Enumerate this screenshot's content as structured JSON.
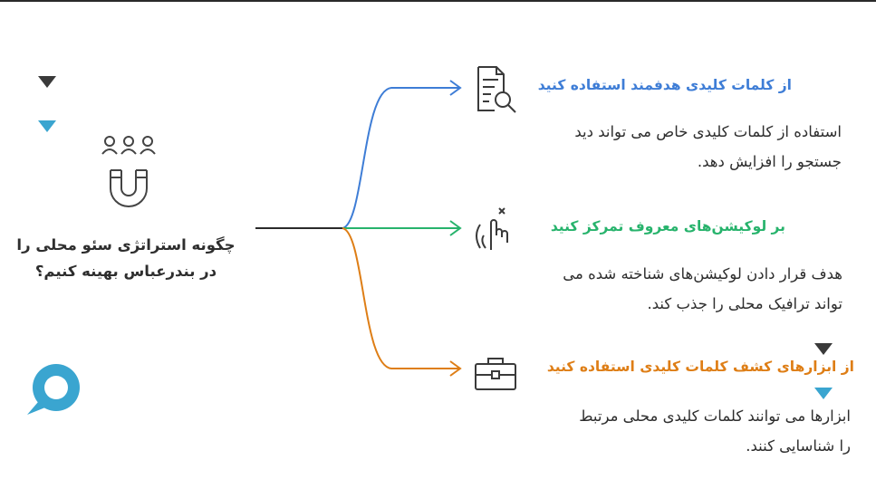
{
  "center": {
    "title_line1": "چگونه استراتژی سئو محلی را",
    "title_line2": "در بندرعباس بهینه کنیم؟",
    "icon": "magnet-people-icon"
  },
  "branches": [
    {
      "heading": "از کلمات کلیدی هدفمند استفاده کنید",
      "desc_line1": "استفاده از کلمات کلیدی خاص می تواند دید",
      "desc_line2": "جستجو را افزایش دهد.",
      "color": "#3e7dd6",
      "icon": "search-document-icon"
    },
    {
      "heading": "بر لوکیشن‌های معروف تمرکز کنید",
      "desc_line1": "هدف قرار دادن لوکیشن‌های شناخته شده می",
      "desc_line2": "تواند ترافیک محلی را جذب کند.",
      "color": "#27b36c",
      "icon": "pointing-hand-icon"
    },
    {
      "heading": "از ابزارهای کشف کلمات کلیدی استفاده کنید",
      "desc_line1": "ابزارها می توانند کلمات کلیدی محلی مرتبط",
      "desc_line2": "را شناسایی کنند.",
      "color": "#de7e16",
      "icon": "toolbox-icon"
    }
  ],
  "decor": {
    "logo_icon": "napkin-logo-icon",
    "markers": [
      "triangle-down-dark",
      "triangle-down-blue"
    ]
  }
}
